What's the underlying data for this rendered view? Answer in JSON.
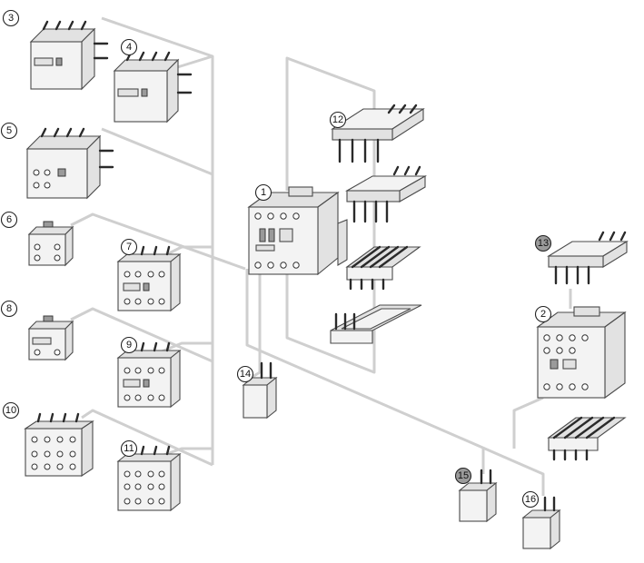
{
  "callouts": [
    {
      "id": "c1",
      "label": "1",
      "filled": false
    },
    {
      "id": "c2",
      "label": "2",
      "filled": false
    },
    {
      "id": "c3",
      "label": "3",
      "filled": false
    },
    {
      "id": "c4",
      "label": "4",
      "filled": false
    },
    {
      "id": "c5",
      "label": "5",
      "filled": false
    },
    {
      "id": "c6",
      "label": "6",
      "filled": false
    },
    {
      "id": "c7",
      "label": "7",
      "filled": false
    },
    {
      "id": "c8",
      "label": "8",
      "filled": false
    },
    {
      "id": "c9",
      "label": "9",
      "filled": false
    },
    {
      "id": "c10",
      "label": "10",
      "filled": false
    },
    {
      "id": "c11",
      "label": "11",
      "filled": false
    },
    {
      "id": "c12",
      "label": "12",
      "filled": false
    },
    {
      "id": "c13",
      "label": "13",
      "filled": true
    },
    {
      "id": "c14",
      "label": "14",
      "filled": false
    },
    {
      "id": "c15",
      "label": "15",
      "filled": true
    },
    {
      "id": "c16",
      "label": "16",
      "filled": false
    }
  ],
  "colors": {
    "line": "#cfcfcf",
    "outline": "#4a4a4a",
    "filled_callout": "#9b9b9b"
  }
}
